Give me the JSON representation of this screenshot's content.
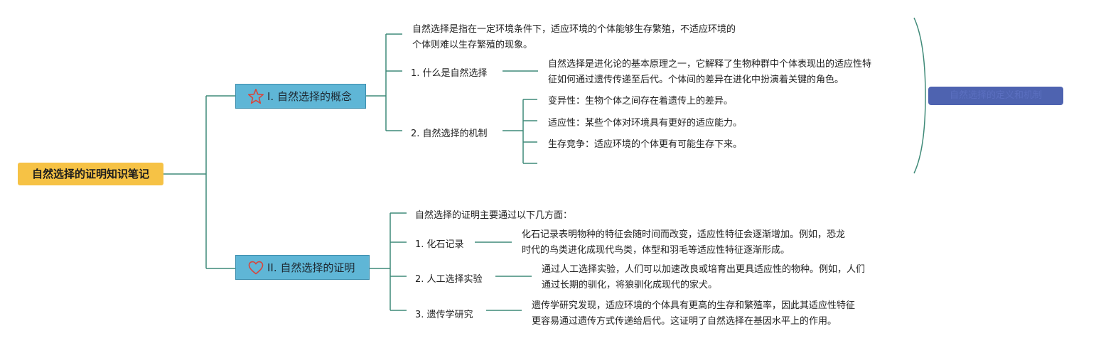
{
  "root": {
    "title": "自然选择的证明知识笔记"
  },
  "section1": {
    "title": "I. 自然选择的概念",
    "icon": "star-icon",
    "intro": [
      "自然选择是指在一定环境条件下，适应环境的个体能够生存繁殖，不适应环境的",
      "个体则难以生存繁殖的现象。"
    ],
    "what": {
      "label": "1. 什么是自然选择",
      "detail": [
        "自然选择是进化论的基本原理之一，它解释了生物种群中个体表现出的适应性特",
        "征如何通过遗传传递至后代。个体间的差异在进化中扮演着关键的角色。"
      ]
    },
    "mechanism": {
      "label": "2. 自然选择的机制",
      "items": [
        "变异性：生物个体之间存在着遗传上的差异。",
        "适应性：某些个体对环境具有更好的适应能力。",
        "生存竞争：适应环境的个体更有可能生存下来。"
      ]
    }
  },
  "section2": {
    "title": "II. 自然选择的证明",
    "icon": "heart-icon",
    "intro": "自然选择的证明主要通过以下几方面：",
    "fossil": {
      "label": "1. 化石记录",
      "detail": [
        "化石记录表明物种的特征会随时间而改变，适应性特征会逐渐增加。例如，恐龙",
        "时代的鸟类进化成现代鸟类，体型和羽毛等适应性特征逐渐形成。"
      ]
    },
    "artificial": {
      "label": "2. 人工选择实验",
      "detail": [
        "通过人工选择实验，人们可以加速改良或培育出更具适应性的物种。例如，人们",
        "通过长期的驯化，将狼驯化成现代的家犬。"
      ]
    },
    "genetics": {
      "label": "3. 遗传学研究",
      "detail": [
        "遗传学研究发现，适应环境的个体具有更高的生存和繁殖率，因此其适应性特征",
        "更容易通过遗传方式传递给后代。这证明了自然选择在基因水平上的作用。"
      ]
    }
  },
  "summary": {
    "text": "自然选择的定义和机制"
  },
  "colors": {
    "line": "#3f8a78",
    "root": "#f6c245",
    "branch": "#5fb6d6",
    "summary": "#4e63b0",
    "icon": "#d9443a"
  }
}
